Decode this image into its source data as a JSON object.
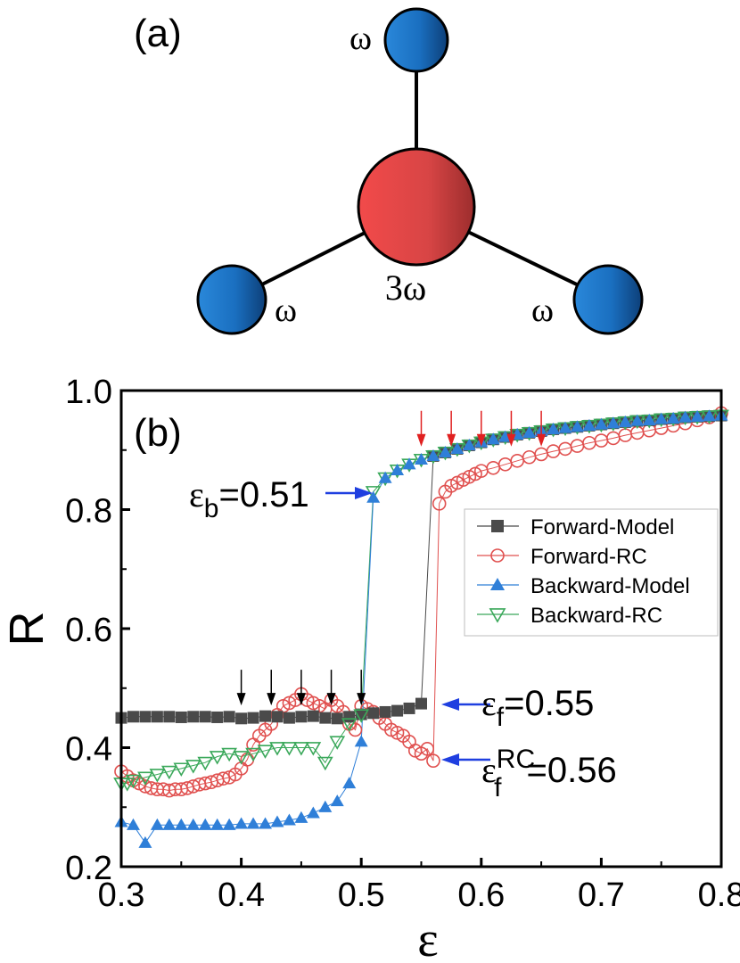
{
  "panel_a": {
    "label": "(a)",
    "center_node": {
      "label": "3ω",
      "color": "#e04040"
    },
    "leaf_nodes": [
      {
        "label": "ω",
        "color": "#1a6fc0"
      },
      {
        "label": "ω",
        "color": "#1a6fc0"
      },
      {
        "label": "ω",
        "color": "#1a6fc0"
      }
    ]
  },
  "chart_data": {
    "type": "scatter",
    "panel_label": "(b)",
    "xlabel": "ε",
    "ylabel": "R",
    "xlim": [
      0.3,
      0.8
    ],
    "ylim": [
      0.2,
      1.0
    ],
    "x_ticks": [
      "0.3",
      "0.4",
      "0.5",
      "0.6",
      "0.7",
      "0.8"
    ],
    "y_ticks": [
      "0.2",
      "0.4",
      "0.6",
      "0.8",
      "1.0"
    ],
    "x_tick_values": [
      0.3,
      0.4,
      0.5,
      0.6,
      0.7,
      0.8
    ],
    "y_tick_values": [
      0.2,
      0.4,
      0.6,
      0.8,
      1.0
    ],
    "grid": false,
    "legend_position": "right",
    "series": [
      {
        "name": "Forward-Model",
        "color": "#4a4a4a",
        "marker": "square-filled",
        "x": [
          0.3,
          0.31,
          0.32,
          0.33,
          0.34,
          0.35,
          0.36,
          0.37,
          0.38,
          0.39,
          0.4,
          0.41,
          0.42,
          0.43,
          0.44,
          0.45,
          0.46,
          0.47,
          0.48,
          0.49,
          0.5,
          0.51,
          0.52,
          0.53,
          0.54,
          0.55,
          0.56,
          0.57,
          0.58,
          0.59,
          0.6,
          0.61,
          0.62,
          0.63,
          0.64,
          0.65,
          0.66,
          0.67,
          0.68,
          0.69,
          0.7,
          0.71,
          0.72,
          0.73,
          0.74,
          0.75,
          0.76,
          0.77,
          0.78,
          0.79,
          0.8
        ],
        "y": [
          0.45,
          0.452,
          0.452,
          0.452,
          0.452,
          0.451,
          0.452,
          0.452,
          0.451,
          0.452,
          0.449,
          0.45,
          0.453,
          0.452,
          0.45,
          0.452,
          0.453,
          0.45,
          0.449,
          0.452,
          0.456,
          0.458,
          0.46,
          0.462,
          0.466,
          0.474,
          0.89,
          0.896,
          0.902,
          0.908,
          0.913,
          0.918,
          0.922,
          0.926,
          0.929,
          0.932,
          0.935,
          0.937,
          0.939,
          0.941,
          0.943,
          0.945,
          0.947,
          0.949,
          0.95,
          0.952,
          0.953,
          0.955,
          0.956,
          0.957,
          0.958
        ]
      },
      {
        "name": "Forward-RC",
        "color": "#e0504f",
        "marker": "circle-open",
        "x": [
          0.3,
          0.305,
          0.31,
          0.315,
          0.32,
          0.325,
          0.33,
          0.335,
          0.34,
          0.345,
          0.35,
          0.355,
          0.36,
          0.365,
          0.37,
          0.375,
          0.38,
          0.385,
          0.39,
          0.395,
          0.4,
          0.405,
          0.41,
          0.415,
          0.42,
          0.425,
          0.43,
          0.435,
          0.44,
          0.445,
          0.45,
          0.455,
          0.46,
          0.465,
          0.47,
          0.475,
          0.48,
          0.485,
          0.49,
          0.495,
          0.5,
          0.505,
          0.51,
          0.515,
          0.52,
          0.525,
          0.53,
          0.535,
          0.54,
          0.545,
          0.55,
          0.555,
          0.56,
          0.565,
          0.57,
          0.575,
          0.58,
          0.585,
          0.59,
          0.595,
          0.6,
          0.61,
          0.62,
          0.63,
          0.64,
          0.65,
          0.66,
          0.67,
          0.68,
          0.69,
          0.7,
          0.71,
          0.72,
          0.73,
          0.74,
          0.75,
          0.76,
          0.77,
          0.78,
          0.79,
          0.8
        ],
        "y": [
          0.36,
          0.352,
          0.345,
          0.34,
          0.335,
          0.332,
          0.33,
          0.33,
          0.328,
          0.33,
          0.33,
          0.332,
          0.335,
          0.338,
          0.34,
          0.342,
          0.345,
          0.348,
          0.35,
          0.355,
          0.365,
          0.38,
          0.405,
          0.42,
          0.43,
          0.44,
          0.455,
          0.47,
          0.475,
          0.48,
          0.49,
          0.48,
          0.475,
          0.47,
          0.465,
          0.48,
          0.47,
          0.46,
          0.44,
          0.43,
          0.47,
          0.465,
          0.46,
          0.45,
          0.44,
          0.43,
          0.425,
          0.42,
          0.41,
          0.395,
          0.39,
          0.398,
          0.378,
          0.81,
          0.83,
          0.84,
          0.845,
          0.85,
          0.855,
          0.86,
          0.865,
          0.87,
          0.876,
          0.882,
          0.888,
          0.893,
          0.898,
          0.902,
          0.907,
          0.912,
          0.916,
          0.92,
          0.925,
          0.929,
          0.933,
          0.937,
          0.941,
          0.945,
          0.95,
          0.955,
          0.962
        ]
      },
      {
        "name": "Backward-Model",
        "color": "#2f7fd8",
        "marker": "triangle-up-filled",
        "x": [
          0.3,
          0.31,
          0.32,
          0.33,
          0.34,
          0.35,
          0.36,
          0.37,
          0.38,
          0.39,
          0.4,
          0.41,
          0.42,
          0.43,
          0.44,
          0.45,
          0.46,
          0.47,
          0.48,
          0.49,
          0.5,
          0.51,
          0.52,
          0.53,
          0.54,
          0.55,
          0.56,
          0.57,
          0.58,
          0.59,
          0.6,
          0.61,
          0.62,
          0.63,
          0.64,
          0.65,
          0.66,
          0.67,
          0.68,
          0.69,
          0.7,
          0.71,
          0.72,
          0.73,
          0.74,
          0.75,
          0.76,
          0.77,
          0.78,
          0.79,
          0.8
        ],
        "y": [
          0.275,
          0.27,
          0.24,
          0.27,
          0.27,
          0.27,
          0.27,
          0.27,
          0.27,
          0.27,
          0.272,
          0.272,
          0.272,
          0.275,
          0.278,
          0.282,
          0.29,
          0.3,
          0.31,
          0.34,
          0.41,
          0.82,
          0.853,
          0.866,
          0.876,
          0.884,
          0.89,
          0.896,
          0.902,
          0.908,
          0.913,
          0.918,
          0.922,
          0.926,
          0.929,
          0.932,
          0.935,
          0.937,
          0.939,
          0.941,
          0.943,
          0.945,
          0.947,
          0.949,
          0.95,
          0.952,
          0.953,
          0.955,
          0.956,
          0.957,
          0.958
        ]
      },
      {
        "name": "Backward-RC",
        "color": "#3aa85a",
        "marker": "triangle-down-open",
        "x": [
          0.3,
          0.305,
          0.31,
          0.32,
          0.33,
          0.34,
          0.35,
          0.36,
          0.37,
          0.38,
          0.39,
          0.4,
          0.41,
          0.42,
          0.43,
          0.44,
          0.45,
          0.46,
          0.47,
          0.48,
          0.49,
          0.5,
          0.51,
          0.52,
          0.53,
          0.54,
          0.55,
          0.56,
          0.57,
          0.58,
          0.59,
          0.6,
          0.61,
          0.62,
          0.63,
          0.64,
          0.65,
          0.66,
          0.67,
          0.68,
          0.69,
          0.7,
          0.71,
          0.72,
          0.73,
          0.74,
          0.75,
          0.76,
          0.77,
          0.78,
          0.79,
          0.8
        ],
        "y": [
          0.34,
          0.34,
          0.345,
          0.35,
          0.355,
          0.36,
          0.365,
          0.37,
          0.375,
          0.385,
          0.39,
          0.385,
          0.39,
          0.395,
          0.4,
          0.4,
          0.4,
          0.4,
          0.375,
          0.41,
          0.44,
          0.455,
          0.83,
          0.853,
          0.866,
          0.876,
          0.884,
          0.89,
          0.896,
          0.902,
          0.908,
          0.913,
          0.918,
          0.922,
          0.926,
          0.929,
          0.932,
          0.935,
          0.937,
          0.939,
          0.941,
          0.943,
          0.945,
          0.947,
          0.949,
          0.95,
          0.952,
          0.953,
          0.955,
          0.956,
          0.957,
          0.958
        ]
      }
    ],
    "black_arrows_x": [
      0.4,
      0.425,
      0.45,
      0.475,
      0.5
    ],
    "black_arrow_tip_y": 0.465,
    "red_arrows_x": [
      0.55,
      0.575,
      0.6,
      0.625,
      0.65
    ],
    "red_arrow_tip_y": 0.9,
    "annotations": [
      {
        "id": "eb",
        "base": "ε",
        "sub": "b",
        "sup": "",
        "value": "=0.51",
        "points_to": [
          0.51,
          0.82
        ]
      },
      {
        "id": "ef",
        "base": "ε",
        "sub": "f",
        "sup": "",
        "value": "=0.55",
        "points_to": [
          0.55,
          0.474
        ]
      },
      {
        "id": "efrc",
        "base": "ε",
        "sub": "f",
        "sup": "RC",
        "value": "=0.56",
        "points_to": [
          0.56,
          0.378
        ]
      }
    ]
  }
}
